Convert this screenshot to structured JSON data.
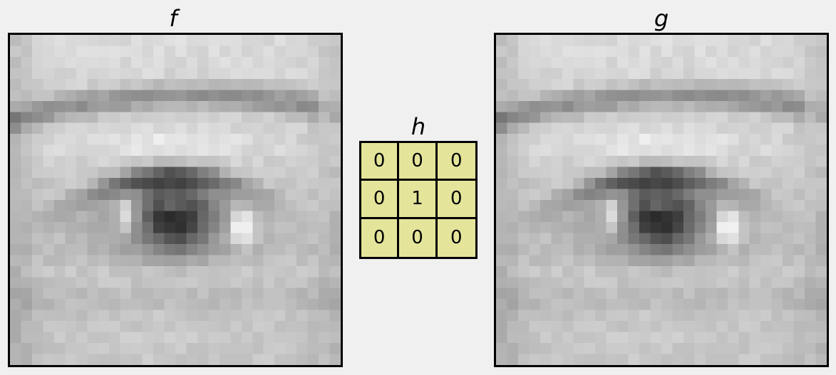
{
  "panels": {
    "input": {
      "title": "f"
    },
    "kernel": {
      "title": "h",
      "values": [
        [
          "0",
          "0",
          "0"
        ],
        [
          "0",
          "1",
          "0"
        ],
        [
          "0",
          "0",
          "0"
        ]
      ],
      "cell_color": "#e4e59a"
    },
    "output": {
      "title": "g"
    }
  },
  "image_description": "grayscale pixelated eye",
  "colors": {
    "background": "#f0f0f0",
    "border": "#000000"
  }
}
